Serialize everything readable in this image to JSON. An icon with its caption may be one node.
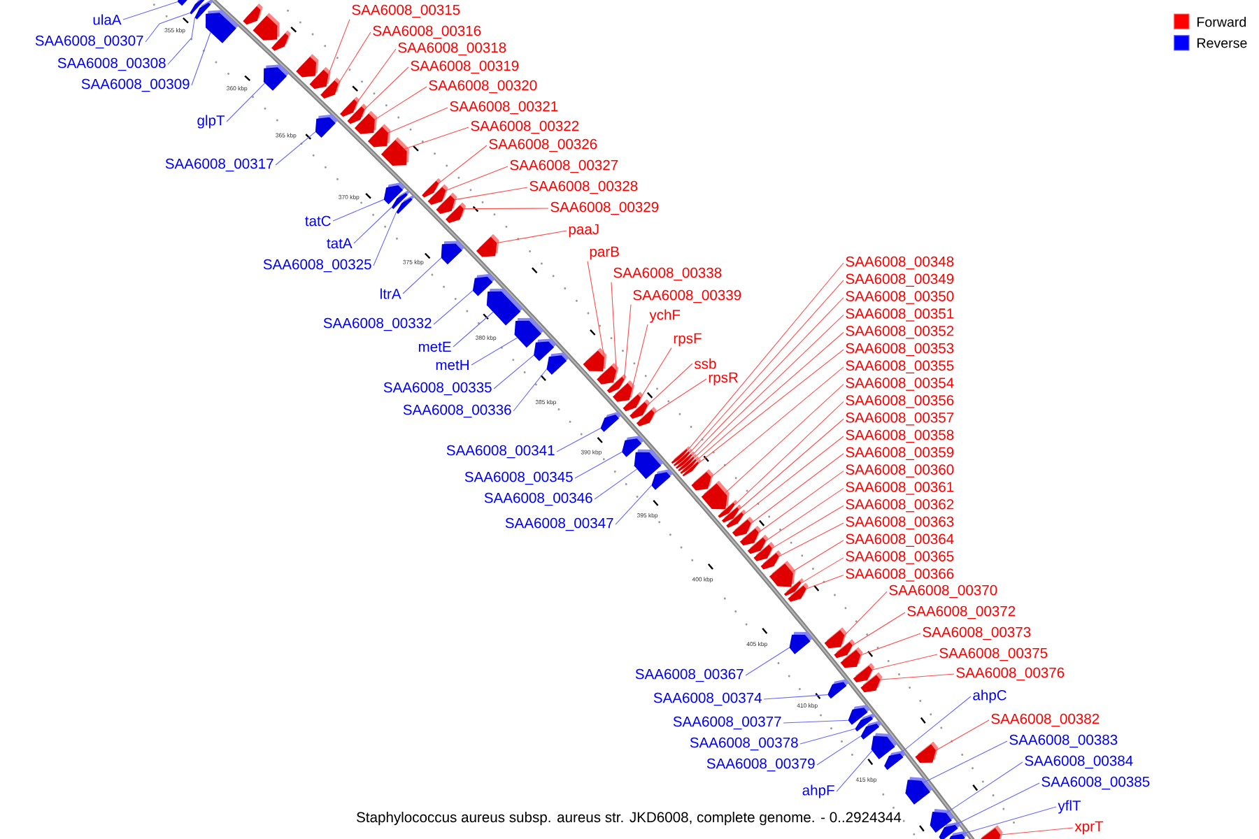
{
  "diagram": {
    "caption": "Staphylococcus aureus subsp. aureus str. JKD6008, complete genome. - 0..2924344",
    "nodes": [
      {
        "text": [
          "ulaA"
        ]
      },
      {
        "text": [
          "SAA6008_00307"
        ]
      },
      {
        "text": [
          "SAA6008_00308"
        ]
      },
      {
        "text": [
          "SAA6008_00309"
        ]
      },
      {
        "text": [
          "glpT"
        ]
      },
      {
        "text": [
          "SAA6008_00315"
        ]
      },
      {
        "text": [
          "SAA6008_00316"
        ]
      },
      {
        "text": [
          "SAA6008_00317"
        ]
      },
      {
        "text": [
          "SAA6008_00318"
        ]
      },
      {
        "text": [
          "SAA6008_00319"
        ]
      },
      {
        "text": [
          "SAA6008_00320"
        ]
      },
      {
        "text": [
          "SAA6008_00321"
        ]
      },
      {
        "text": [
          "SAA6008_00322"
        ]
      },
      {
        "text": [
          "tatC"
        ]
      },
      {
        "text": [
          "tatA"
        ]
      },
      {
        "text": [
          "SAA6008_00325"
        ]
      },
      {
        "text": [
          "SAA6008_00326"
        ]
      },
      {
        "text": [
          "SAA6008_00327"
        ]
      },
      {
        "text": [
          "SAA6008_00328"
        ]
      },
      {
        "text": [
          "SAA6008_00329"
        ]
      },
      {
        "text": [
          "ltrA"
        ]
      },
      {
        "text": [
          "paaJ"
        ]
      },
      {
        "text": [
          "SAA6008_00332"
        ]
      },
      {
        "text": [
          "metE"
        ]
      },
      {
        "text": [
          "metH"
        ]
      },
      {
        "text": [
          "SAA6008_00335"
        ]
      },
      {
        "text": [
          "SAA6008_00336"
        ]
      },
      {
        "text": [
          "parB"
        ]
      },
      {
        "text": [
          "SAA6008_00338"
        ]
      },
      {
        "text": [
          "SAA6008_00339"
        ]
      },
      {
        "text": [
          "ychF"
        ]
      },
      {
        "text": [
          "SAA6008_00341"
        ]
      },
      {
        "text": [
          "rpsF"
        ]
      },
      {
        "text": [
          "ssb"
        ]
      },
      {
        "text": [
          "rpsR"
        ]
      },
      {
        "text": [
          "SAA6008_00345"
        ]
      },
      {
        "text": [
          "SAA6008_00346"
        ]
      },
      {
        "text": [
          "SAA6008_00348"
        ]
      },
      {
        "text": [
          "SAA6008_00347"
        ]
      },
      {
        "text": [
          "SAA6008_00349"
        ]
      },
      {
        "text": [
          "SAA6008_00350"
        ]
      },
      {
        "text": [
          "SAA6008_00351"
        ]
      },
      {
        "text": [
          "SAA6008_00352"
        ]
      },
      {
        "text": [
          "SAA6008_00353"
        ]
      },
      {
        "text": [
          "SAA6008_00355"
        ]
      },
      {
        "text": [
          "SAA6008_00354"
        ]
      },
      {
        "text": [
          "SAA6008_00356"
        ]
      },
      {
        "text": [
          "SAA6008_00357"
        ]
      },
      {
        "text": [
          "SAA6008_00358"
        ]
      },
      {
        "text": [
          "SAA6008_00359"
        ]
      },
      {
        "text": [
          "SAA6008_00360"
        ]
      },
      {
        "text": [
          "SAA6008_00361"
        ]
      },
      {
        "text": [
          "SAA6008_00362"
        ]
      },
      {
        "text": [
          "SAA6008_00363"
        ]
      },
      {
        "text": [
          "SAA6008_00364"
        ]
      },
      {
        "text": [
          "SAA6008_00365"
        ]
      },
      {
        "text": [
          "SAA6008_00366"
        ]
      },
      {
        "text": [
          "SAA6008_00367"
        ]
      },
      {
        "text": [
          "SAA6008_00370"
        ]
      },
      {
        "text": [
          "SAA6008_00372"
        ]
      },
      {
        "text": [
          "SAA6008_00373"
        ]
      },
      {
        "text": [
          "SAA6008_00374"
        ]
      },
      {
        "text": [
          "SAA6008_00375"
        ]
      },
      {
        "text": [
          "SAA6008_00376"
        ]
      },
      {
        "text": [
          "SAA6008_00377"
        ]
      },
      {
        "text": [
          "SAA6008_00378"
        ]
      },
      {
        "text": [
          "SAA6008_00379"
        ]
      },
      {
        "text": [
          "ahpF"
        ]
      },
      {
        "text": [
          "ahpC"
        ]
      },
      {
        "text": [
          "SAA6008_00382"
        ]
      },
      {
        "text": [
          "SAA6008_00383"
        ]
      },
      {
        "text": [
          "SAA6008_00384"
        ]
      },
      {
        "text": [
          "SAA6008_00385"
        ]
      },
      {
        "text": [
          "yflT"
        ]
      },
      {
        "text": [
          "xprT"
        ]
      },
      {
        "text": [],
        "shape": "arrow"
      },
      {
        "text": [],
        "shape": "arrow"
      },
      {
        "text": [],
        "shape": "arrow"
      },
      {
        "text": [],
        "shape": "arrow"
      },
      {
        "text": [],
        "shape": "arrow"
      },
      {
        "text": [],
        "shape": "arrow"
      },
      {
        "text": [],
        "shape": "arrow"
      },
      {
        "text": [],
        "shape": "arrow"
      },
      {
        "text": [],
        "shape": "arrow"
      },
      {
        "text": [],
        "shape": "arrow"
      },
      {
        "text": [],
        "shape": "arrow"
      },
      {
        "text": [],
        "shape": "arrow"
      },
      {
        "text": [],
        "shape": "arrow"
      },
      {
        "text": [],
        "shape": "arrow"
      },
      {
        "text": [],
        "shape": "arrow"
      },
      {
        "text": [],
        "shape": "arrow"
      },
      {
        "text": [],
        "shape": "arrow"
      },
      {
        "text": [],
        "shape": "arrow"
      },
      {
        "text": [],
        "shape": "arrow"
      },
      {
        "text": [],
        "shape": "arrow"
      },
      {
        "text": [],
        "shape": "arrow"
      },
      {
        "text": [],
        "shape": "arrow"
      },
      {
        "text": [],
        "shape": "arrow"
      },
      {
        "text": [],
        "shape": "arrow"
      },
      {
        "text": [],
        "shape": "arrow"
      },
      {
        "text": [],
        "shape": "arrow"
      },
      {
        "text": [],
        "shape": "arrow"
      },
      {
        "text": [],
        "shape": "arrow"
      },
      {
        "text": [],
        "shape": "arrow"
      },
      {
        "text": [],
        "shape": "arrow"
      },
      {
        "text": [],
        "shape": "arrow"
      },
      {
        "text": [],
        "shape": "arrow"
      },
      {
        "text": [],
        "shape": "arrow"
      },
      {
        "text": [],
        "shape": "arrow"
      },
      {
        "text": [],
        "shape": "arrow"
      },
      {
        "text": [],
        "shape": "arrow"
      },
      {
        "text": [],
        "shape": "arrow"
      },
      {
        "text": [],
        "shape": "arrow"
      },
      {
        "text": [],
        "shape": "arrow"
      },
      {
        "text": [],
        "shape": "arrow"
      },
      {
        "text": [],
        "shape": "arrow"
      },
      {
        "text": [],
        "shape": "arrow"
      },
      {
        "text": [],
        "shape": "arrow"
      },
      {
        "text": [],
        "shape": "arrow"
      },
      {
        "text": [],
        "shape": "arrow"
      },
      {
        "text": [],
        "shape": "arrow"
      },
      {
        "text": [],
        "shape": "arrow"
      },
      {
        "text": [],
        "shape": "arrow"
      },
      {
        "text": [],
        "shape": "arrow"
      },
      {
        "text": [],
        "shape": "arrow"
      },
      {
        "text": [],
        "shape": "arrow"
      },
      {
        "text": [],
        "shape": "arrow"
      },
      {
        "text": [],
        "shape": "arrow"
      },
      {
        "text": [],
        "shape": "arrow"
      },
      {
        "text": [],
        "shape": "arrow"
      },
      {
        "text": [],
        "shape": "arrow"
      },
      {
        "text": [],
        "shape": "arrow"
      },
      {
        "text": [],
        "shape": "arrow"
      },
      {
        "text": [],
        "shape": "arrow"
      },
      {
        "text": [],
        "shape": "arrow"
      },
      {
        "text": [],
        "shape": "arrow"
      },
      {
        "text": [],
        "shape": "arrow"
      },
      {
        "text": [],
        "shape": "arrow"
      },
      {
        "text": [],
        "shape": "arrow"
      },
      {
        "text": [],
        "shape": "arrow"
      },
      {
        "text": [],
        "shape": "arrow"
      },
      {
        "text": [],
        "shape": "arrow"
      },
      {
        "text": [],
        "shape": "arrow"
      },
      {
        "text": [],
        "shape": "arrow"
      },
      {
        "text": [],
        "shape": "arrow"
      },
      {
        "text": [],
        "shape": "arrow"
      },
      {
        "text": [],
        "shape": "arrow"
      },
      {
        "text": [],
        "shape": "arrow"
      },
      {
        "text": [],
        "shape": "arrow"
      },
      {
        "text": [],
        "shape": "arrow"
      },
      {
        "text": [],
        "shape": "arrow"
      },
      {
        "text": [],
        "shape": "arrow"
      },
      {
        "text": [],
        "shape": "arrow"
      },
      {
        "text": [],
        "shape": "arrow"
      }
    ],
    "edges": [
      {
        "from": 0,
        "to": 75,
        "arrow": "none",
        "color": "#6666ff"
      },
      {
        "from": 1,
        "to": 76,
        "arrow": "none",
        "color": "#6666ff"
      },
      {
        "from": 2,
        "to": 77,
        "arrow": "none",
        "color": "#6666ff"
      },
      {
        "from": 3,
        "to": 78,
        "arrow": "none",
        "color": "#6666ff"
      },
      {
        "from": 4,
        "to": 82,
        "arrow": "none",
        "color": "#6666ff"
      },
      {
        "from": 5,
        "to": 84,
        "arrow": "none"
      },
      {
        "from": 6,
        "to": 85,
        "arrow": "none"
      },
      {
        "from": 7,
        "to": 86,
        "arrow": "none",
        "color": "#6666ff"
      },
      {
        "from": 8,
        "to": 87,
        "arrow": "none"
      },
      {
        "from": 9,
        "to": 88,
        "arrow": "none"
      },
      {
        "from": 10,
        "to": 89,
        "arrow": "none"
      },
      {
        "from": 11,
        "to": 90,
        "arrow": "none"
      },
      {
        "from": 12,
        "to": 91,
        "arrow": "none"
      },
      {
        "from": 13,
        "to": 92,
        "arrow": "none",
        "color": "#6666ff"
      },
      {
        "from": 14,
        "to": 93,
        "arrow": "none",
        "color": "#6666ff"
      },
      {
        "from": 15,
        "to": 94,
        "arrow": "none",
        "color": "#6666ff"
      },
      {
        "from": 16,
        "to": 95,
        "arrow": "none"
      },
      {
        "from": 17,
        "to": 96,
        "arrow": "none"
      },
      {
        "from": 18,
        "to": 97,
        "arrow": "none"
      },
      {
        "from": 19,
        "to": 98,
        "arrow": "none"
      },
      {
        "from": 20,
        "to": 99,
        "arrow": "none",
        "color": "#6666ff"
      },
      {
        "from": 21,
        "to": 100,
        "arrow": "none"
      },
      {
        "from": 22,
        "to": 101,
        "arrow": "none",
        "color": "#6666ff"
      },
      {
        "from": 23,
        "to": 102,
        "arrow": "none",
        "color": "#6666ff"
      },
      {
        "from": 24,
        "to": 103,
        "arrow": "none",
        "color": "#6666ff"
      },
      {
        "from": 25,
        "to": 104,
        "arrow": "none",
        "color": "#6666ff"
      },
      {
        "from": 26,
        "to": 105,
        "arrow": "none",
        "color": "#6666ff"
      },
      {
        "from": 27,
        "to": 106,
        "arrow": "none"
      },
      {
        "from": 28,
        "to": 107,
        "arrow": "none"
      },
      {
        "from": 29,
        "to": 108,
        "arrow": "none"
      },
      {
        "from": 30,
        "to": 109,
        "arrow": "none"
      },
      {
        "from": 31,
        "to": 110,
        "arrow": "none",
        "color": "#6666ff"
      },
      {
        "from": 32,
        "to": 111,
        "arrow": "none"
      },
      {
        "from": 33,
        "to": 112,
        "arrow": "none"
      },
      {
        "from": 34,
        "to": 113,
        "arrow": "none"
      },
      {
        "from": 35,
        "to": 114,
        "arrow": "none",
        "color": "#6666ff"
      },
      {
        "from": 36,
        "to": 115,
        "arrow": "none",
        "color": "#6666ff"
      },
      {
        "from": 37,
        "to": 117,
        "arrow": "none"
      },
      {
        "from": 38,
        "to": 116,
        "arrow": "none",
        "color": "#6666ff"
      },
      {
        "from": 39,
        "to": 118,
        "arrow": "none"
      },
      {
        "from": 40,
        "to": 119,
        "arrow": "none"
      },
      {
        "from": 41,
        "to": 120,
        "arrow": "none"
      },
      {
        "from": 42,
        "to": 121,
        "arrow": "none"
      },
      {
        "from": 43,
        "to": 122,
        "arrow": "none"
      },
      {
        "from": 44,
        "to": 123,
        "arrow": "none"
      },
      {
        "from": 45,
        "to": 124,
        "arrow": "none"
      },
      {
        "from": 46,
        "to": 125,
        "arrow": "none"
      },
      {
        "from": 47,
        "to": 126,
        "arrow": "none"
      },
      {
        "from": 48,
        "to": 127,
        "arrow": "none"
      },
      {
        "from": 49,
        "to": 128,
        "arrow": "none"
      },
      {
        "from": 50,
        "to": 129,
        "arrow": "none"
      },
      {
        "from": 51,
        "to": 130,
        "arrow": "none"
      },
      {
        "from": 52,
        "to": 131,
        "arrow": "none"
      },
      {
        "from": 53,
        "to": 132,
        "arrow": "none"
      },
      {
        "from": 54,
        "to": 133,
        "arrow": "none"
      },
      {
        "from": 55,
        "to": 134,
        "arrow": "none"
      },
      {
        "from": 56,
        "to": 135,
        "arrow": "none"
      },
      {
        "from": 57,
        "to": 136,
        "arrow": "none",
        "color": "#6666ff"
      },
      {
        "from": 58,
        "to": 137,
        "arrow": "none"
      },
      {
        "from": 59,
        "to": 138,
        "arrow": "none"
      },
      {
        "from": 60,
        "to": 139,
        "arrow": "none"
      },
      {
        "from": 61,
        "to": 140,
        "arrow": "none",
        "color": "#6666ff"
      },
      {
        "from": 62,
        "to": 141,
        "arrow": "none"
      },
      {
        "from": 63,
        "to": 142,
        "arrow": "none"
      },
      {
        "from": 64,
        "to": 143,
        "arrow": "none",
        "color": "#6666ff"
      },
      {
        "from": 65,
        "to": 144,
        "arrow": "none",
        "color": "#6666ff"
      },
      {
        "from": 66,
        "to": 145,
        "arrow": "none",
        "color": "#6666ff"
      },
      {
        "from": 67,
        "to": 146,
        "arrow": "none",
        "color": "#6666ff"
      },
      {
        "from": 68,
        "to": 147,
        "arrow": "none",
        "color": "#6666ff"
      },
      {
        "from": 69,
        "to": 148,
        "arrow": "none"
      },
      {
        "from": 70,
        "to": 149,
        "arrow": "none",
        "color": "#6666ff"
      },
      {
        "from": 71,
        "to": 150,
        "arrow": "none",
        "color": "#6666ff"
      },
      {
        "from": 72,
        "to": 151,
        "arrow": "none",
        "color": "#6666ff"
      },
      {
        "from": 73,
        "to": 152,
        "arrow": "none",
        "color": "#6666ff"
      },
      {
        "from": 74,
        "to": 153,
        "arrow": "none"
      }
    ],
    "labels": [
      "355 kbp",
      "360 kbp",
      "365 kbp",
      "370 kbp",
      "375 kbp",
      "380 kbp",
      "385 kbp",
      "390 kbp",
      "395 kbp",
      "400 kbp",
      "405 kbp",
      "410 kbp",
      "415 kbp"
    ],
    "legend": [
      {
        "text": "Forward",
        "color": "#ff0000"
      },
      {
        "text": "Reverse",
        "color": "#0000ff"
      }
    ]
  }
}
